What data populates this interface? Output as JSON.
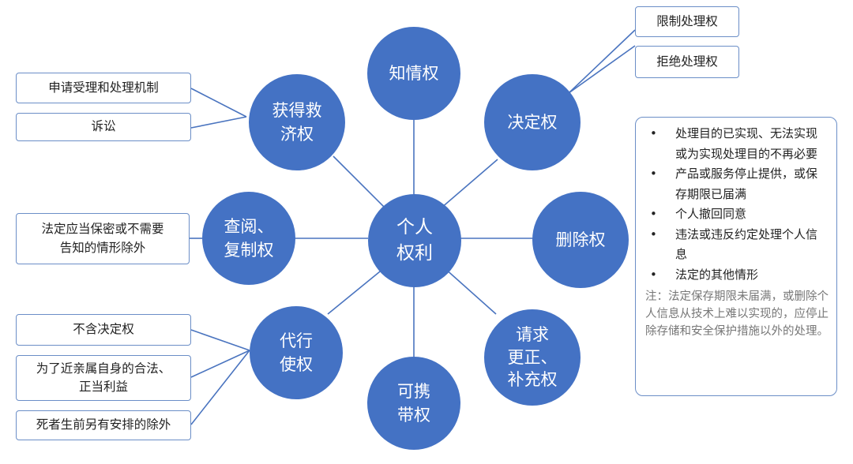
{
  "colors": {
    "circle": "#4472c4",
    "line": "#4a74bf",
    "box_border": "#6b8ec7"
  },
  "center": {
    "label": "个人\n权利"
  },
  "rights": {
    "know": "知情权",
    "decide": "决定权",
    "delete": "删除权",
    "correct": "请求\n更正、\n补充权",
    "portable": "可携\n带权",
    "proxy": "代行\n使权",
    "access": "查阅、\n复制权",
    "remedy": "获得救\n济权"
  },
  "boxes": {
    "restrict": "限制处理权",
    "refuse": "拒绝处理权",
    "mechanism": "申请受理和处理机制",
    "litigation": "诉讼",
    "confidential": "法定应当保密或不需要\n告知的情形除外",
    "no_decision": "不含决定权",
    "relatives": "为了近亲属自身的合法、\n正当利益",
    "deceased": "死者生前另有安排的除外"
  },
  "delete_conditions": {
    "bullet": "•",
    "items": [
      "处理目的已实现、无法实现或为实现处理目的不再必要",
      "产品或服务停止提供，或保存期限已届满",
      "个人撤回同意",
      "违法或违反约定处理个人信息",
      "法定的其他情形"
    ],
    "note": "注：法定保存期限未届满，或删除个人信息从技术上难以实现的，应停止除存储和安全保护措施以外的处理。"
  }
}
